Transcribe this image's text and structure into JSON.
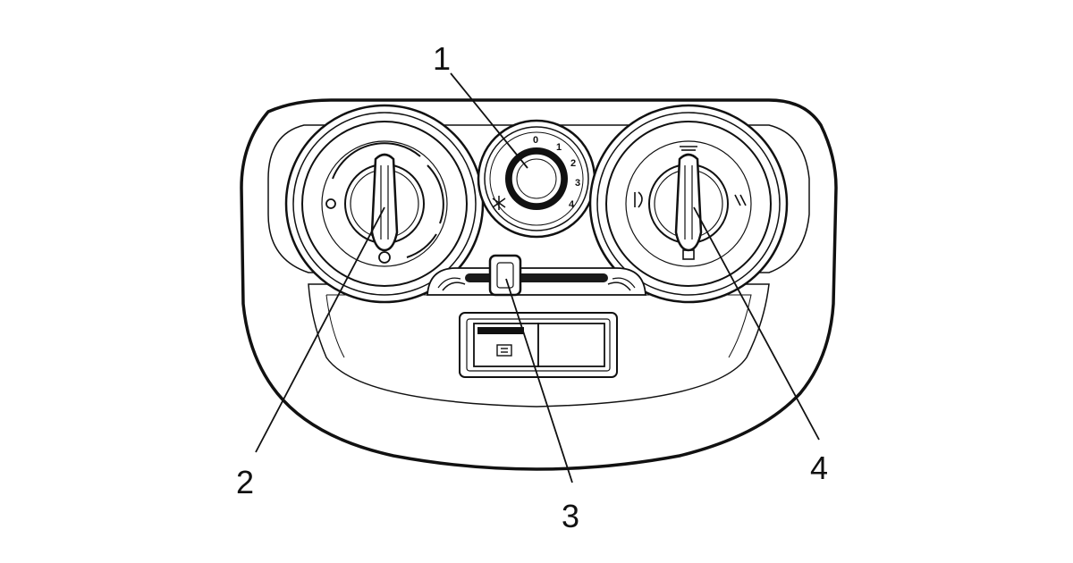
{
  "callouts": {
    "c1": "1",
    "c2": "2",
    "c3": "3",
    "c4": "4"
  },
  "fan_dial": {
    "ticks": [
      "0",
      "1",
      "2",
      "3",
      "4"
    ]
  },
  "colors": {
    "line": "#111111",
    "panel_fill": "#ffffff",
    "slider_slot": "#1a1a1a"
  }
}
